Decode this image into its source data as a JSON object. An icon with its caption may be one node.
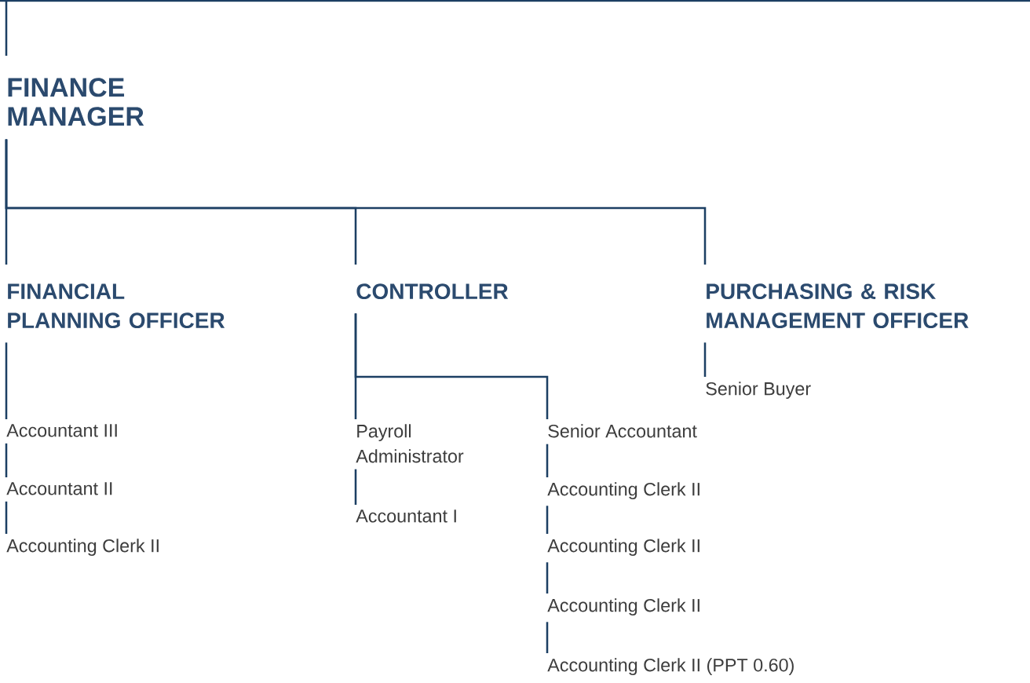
{
  "diagram": {
    "nodes": [
      {
        "text": [
          "FINANCE MANAGER"
        ]
      },
      {
        "text": [
          "FINANCIAL PLANNING OFFICER"
        ]
      },
      {
        "text": [
          "CONTROLLER"
        ]
      },
      {
        "text": [
          "PURCHASING & RISK MANAGEMENT OFFICER"
        ]
      },
      {
        "text": [
          "Accountant III"
        ]
      },
      {
        "text": [
          "Accountant II"
        ]
      },
      {
        "text": [
          "Accounting Clerk II"
        ]
      },
      {
        "text": [
          "Payroll Administrator"
        ]
      },
      {
        "text": [
          "Accountant I"
        ]
      },
      {
        "text": [
          "Senior Accountant"
        ]
      },
      {
        "text": [
          "Accounting Clerk II"
        ]
      },
      {
        "text": [
          "Accounting Clerk II"
        ]
      },
      {
        "text": [
          "Accounting Clerk II"
        ]
      },
      {
        "text": [
          "Accounting Clerk II (PPT 0.60)"
        ]
      },
      {
        "text": [
          "Senior Buyer"
        ]
      }
    ],
    "edges": [
      {
        "from": null,
        "to": 0,
        "arrow": "none"
      },
      {
        "from": 0,
        "to": 1,
        "arrow": "none"
      },
      {
        "from": 0,
        "to": 2,
        "arrow": "none"
      },
      {
        "from": 0,
        "to": 3,
        "arrow": "none"
      },
      {
        "from": 1,
        "to": 4,
        "arrow": "none"
      },
      {
        "from": 4,
        "to": 5,
        "arrow": "none"
      },
      {
        "from": 5,
        "to": 6,
        "arrow": "none"
      },
      {
        "from": 2,
        "to": 7,
        "arrow": "none"
      },
      {
        "from": 2,
        "to": 9,
        "arrow": "none"
      },
      {
        "from": 7,
        "to": 8,
        "arrow": "none"
      },
      {
        "from": 9,
        "to": 10,
        "arrow": "none"
      },
      {
        "from": 10,
        "to": 11,
        "arrow": "none"
      },
      {
        "from": 11,
        "to": 12,
        "arrow": "none"
      },
      {
        "from": 12,
        "to": 13,
        "arrow": "none"
      },
      {
        "from": 3,
        "to": 14,
        "arrow": "none"
      }
    ]
  }
}
